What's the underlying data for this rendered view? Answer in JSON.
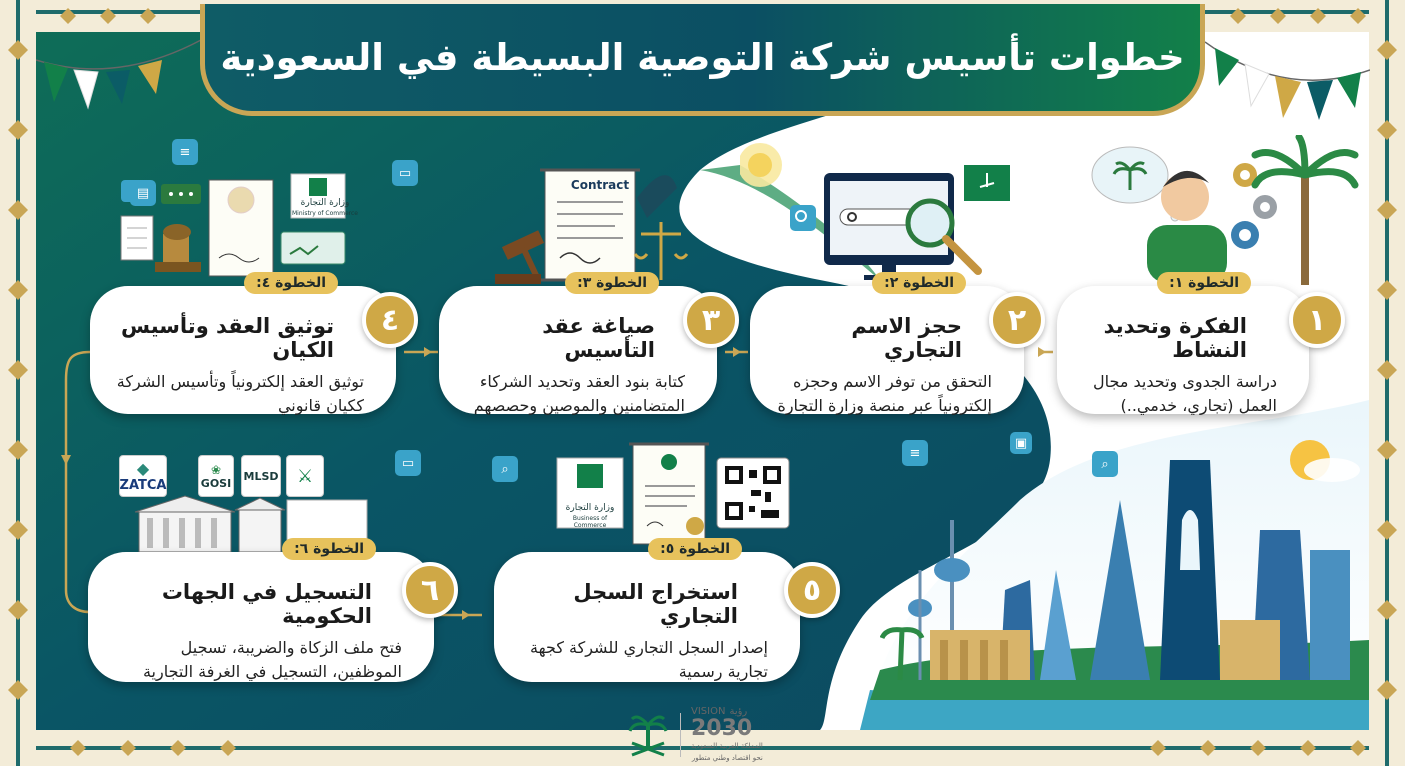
{
  "title": "خطوات تأسيس شركة التوصية البسيطة في السعودية",
  "steps": [
    {
      "tag": "الخطوة ١:",
      "number": "١",
      "heading": "الفكرة وتحديد النشاط",
      "body": "دراسة الجدوى وتحديد مجال العمل (تجاري، خدمي..)"
    },
    {
      "tag": "الخطوة ٢:",
      "number": "٢",
      "heading": "حجز الاسم التجاري",
      "body": "التحقق من توفر الاسم وحجزه إلكترونياً عبر منصة وزارة التجارة"
    },
    {
      "tag": "الخطوة ٣:",
      "number": "٣",
      "heading": "صياغة عقد التأسيس",
      "body": "كتابة بنود العقد وتحديد الشركاء المتضامنين والموصين وحصصهم"
    },
    {
      "tag": "الخطوة ٤:",
      "number": "٤",
      "heading": "توثيق العقد وتأسيس الكيان",
      "body": "توثيق العقد إلكترونياً وتأسيس الشركة ككيان قانوني"
    },
    {
      "tag": "الخطوة ٥:",
      "number": "٥",
      "heading": "استخراج السجل التجاري",
      "body": "إصدار السجل التجاري للشركة كجهة تجارية رسمية"
    },
    {
      "tag": "الخطوة ٦:",
      "number": "٦",
      "heading": "التسجيل في الجهات الحكومية",
      "body": "فتح ملف الزكاة والضريبة، تسجيل الموظفين، التسجيل في الغرفة التجارية"
    }
  ],
  "illustrations": {
    "contract_label": "Contract",
    "ministry_ar": "وزارة التجارة",
    "ministry_en": "Business of Commerce",
    "ministry_en_small": "Ministry of Commerce",
    "logos": [
      "ZATCA",
      "GOSI",
      "MLSD"
    ]
  },
  "footer": {
    "vision_label": "VISION",
    "vision_ar": "رؤية",
    "vision_year": "2030",
    "vision_caption_1": "المملكة العربية السعودية",
    "vision_caption_2": "نحو اقتصاد وطني متطور"
  },
  "colors": {
    "primary_green": "#128049",
    "deep_teal": "#0b4f63",
    "gold": "#cfa846",
    "card": "#ffffff"
  }
}
